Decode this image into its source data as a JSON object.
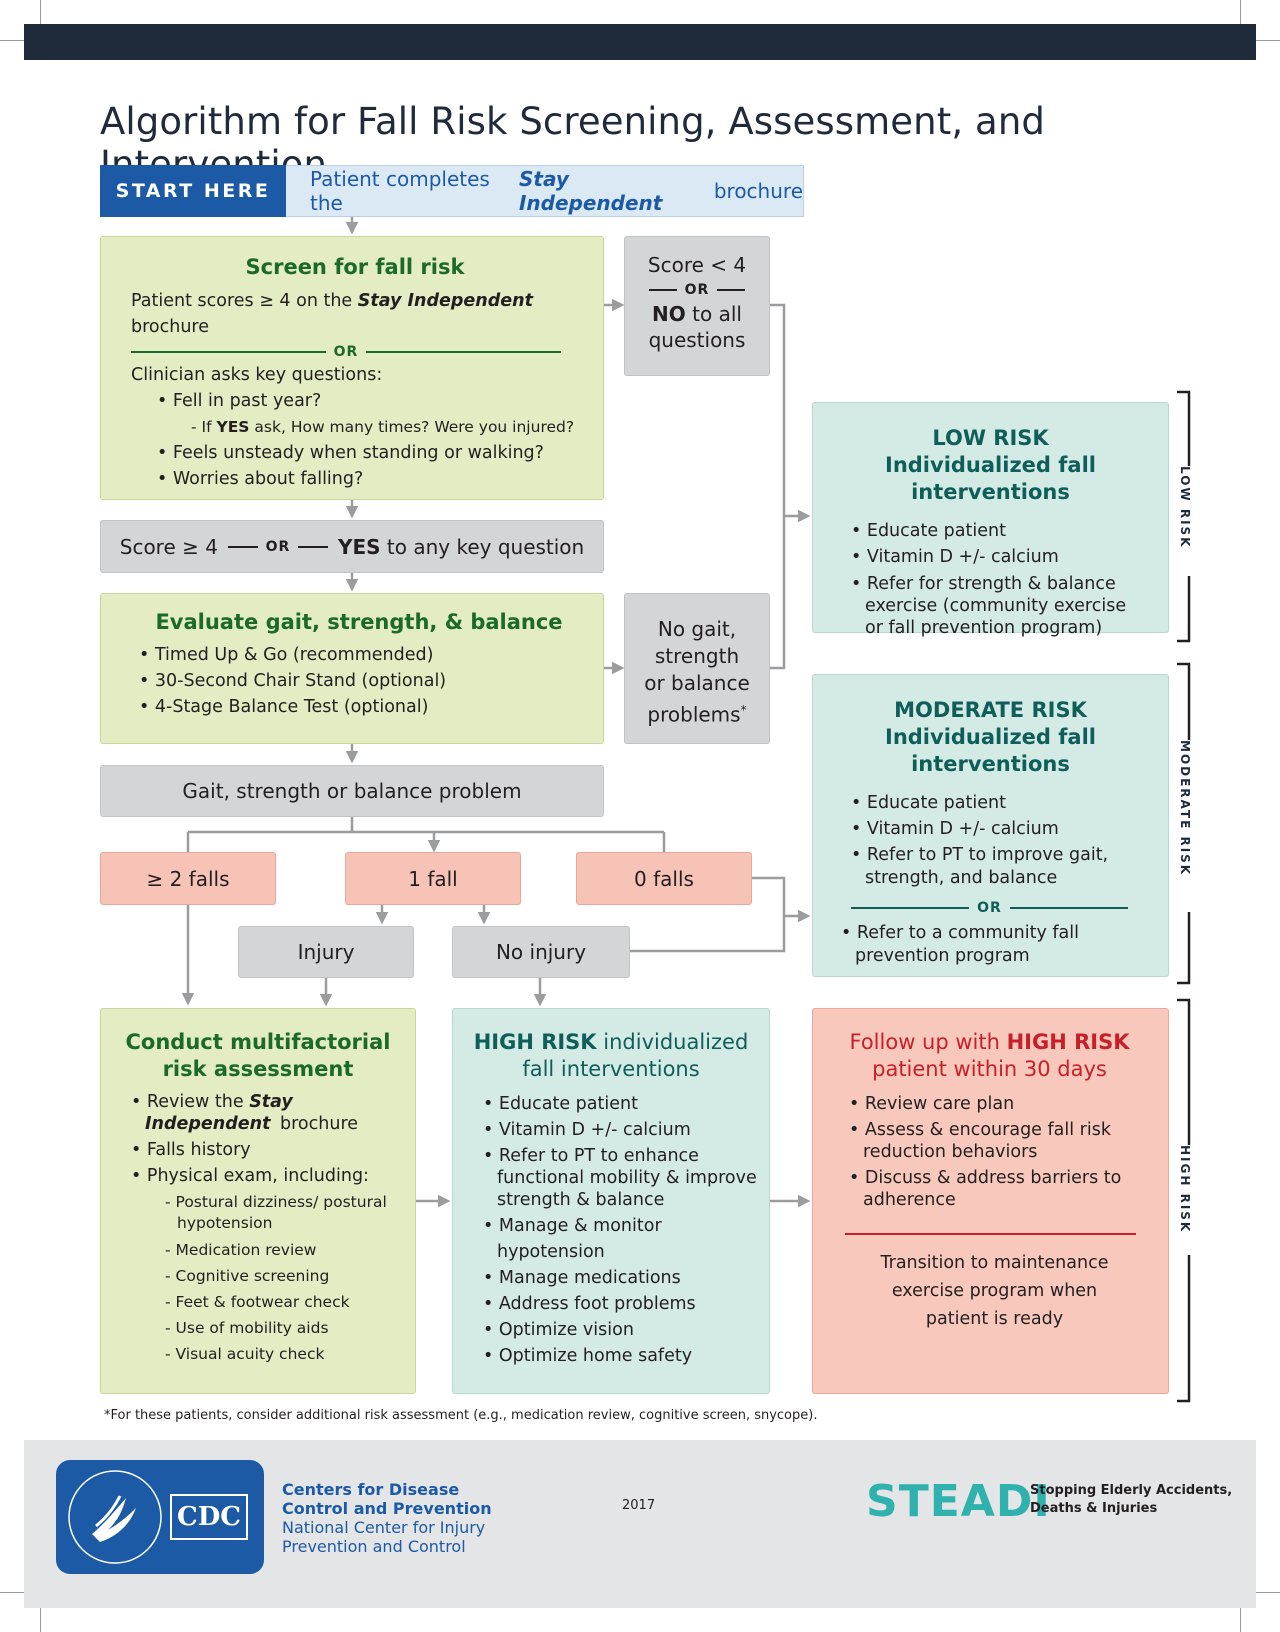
{
  "title": "Algorithm for Fall Risk Screening, Assessment, and Intervention",
  "start": {
    "tag": "START HERE",
    "pre": "Patient completes the ",
    "em": "Stay Independent",
    "post": " brochure"
  },
  "screen": {
    "heading": "Screen for fall risk",
    "line1_pre": "Patient scores ≥ 4 on the ",
    "line1_em": "Stay Independent",
    "line1_post": " brochure",
    "or": "OR",
    "clinician": "Clinician asks key questions:",
    "q1": "Fell in past year?",
    "q1_sub_pre": "If ",
    "q1_sub_bold": "YES",
    "q1_sub_post": " ask, How many times? Were you injured?",
    "q2": "Feels unsteady when standing or walking?",
    "q3": "Worries about falling?"
  },
  "score_low": {
    "line1": "Score < 4",
    "or": "OR",
    "no": "NO",
    "rest1": " to all",
    "rest2": "questions"
  },
  "score_high": {
    "left": "Score ≥ 4",
    "or": "OR",
    "yes": "YES",
    "right": " to any key question"
  },
  "evaluate": {
    "heading": "Evaluate gait, strength, & balance",
    "items": [
      "Timed Up & Go (recommended)",
      "30-Second Chair Stand (optional)",
      "4-Stage Balance Test (optional)"
    ]
  },
  "no_problems": {
    "l1": "No gait,",
    "l2": "strength",
    "l3": "or balance",
    "l4": "problems",
    "star": "*"
  },
  "gait_problem": "Gait, strength or balance problem",
  "falls": {
    "two": "≥ 2 falls",
    "one": "1 fall",
    "zero": "0 falls"
  },
  "injury": "Injury",
  "no_injury": "No injury",
  "low_risk": {
    "title1": "LOW RISK",
    "title2": "Individualized fall interventions",
    "items": [
      "Educate patient",
      "Vitamin D +/- calcium",
      "Refer for strength & balance exercise (community exercise or fall prevention program)"
    ],
    "side": "LOW RISK"
  },
  "moderate_risk": {
    "title1": "MODERATE RISK",
    "title2": "Individualized fall interventions",
    "items": [
      "Educate patient",
      "Vitamin D +/- calcium",
      "Refer to PT to improve gait, strength, and balance"
    ],
    "or": "OR",
    "alt": "Refer to a community fall prevention program",
    "side": "MODERATE RISK"
  },
  "multifactorial": {
    "title1": "Conduct multifactorial",
    "title2": "risk assessment",
    "review_pre": "Review the ",
    "review_em": "Stay Independent",
    "review_post": " brochure",
    "history": "Falls history",
    "exam": "Physical exam, including:",
    "subs": [
      "Postural dizziness/ postural hypotension",
      "Medication review",
      "Cognitive screening",
      "Feet & footwear check",
      "Use of mobility aids",
      "Visual acuity check"
    ]
  },
  "high_risk": {
    "title_bold": "HIGH RISK",
    "title_rest": " individualized",
    "title2": "fall interventions",
    "items": [
      "Educate patient",
      "Vitamin D +/- calcium",
      "Refer to PT to enhance functional mobility & improve strength & balance",
      "Manage & monitor hypotension",
      "Manage medications",
      "Address foot problems",
      "Optimize vision",
      "Optimize home safety"
    ],
    "side": "HIGH RISK"
  },
  "follow_up": {
    "title_pre": "Follow up with ",
    "title_bold": "HIGH RISK",
    "title2": "patient within 30 days",
    "items": [
      "Review care plan",
      "Assess & encourage fall risk reduction behaviors",
      "Discuss & address barriers to adherence"
    ],
    "transition": "Transition to maintenance exercise program when patient is ready"
  },
  "footnote": "*For these patients, consider additional risk assessment (e.g., medication review, cognitive screen, snycope).",
  "footer": {
    "cdc": "CDC",
    "org1": "Centers for Disease",
    "org2": "Control and Prevention",
    "org3": "National Center for Injury",
    "org4": "Prevention and Control",
    "year": "2017",
    "steadi": "STEADI",
    "steadi_tag1": "Stopping Elderly Accidents,",
    "steadi_tag2": "Deaths & Injuries"
  },
  "colors": {
    "navy": "#1f2b3a",
    "blue": "#1d5aa6",
    "green_text": "#1b6a2a",
    "teal_text": "#0f5e5a",
    "red_text": "#c8202a",
    "steadi_teal": "#2fb2ae"
  }
}
